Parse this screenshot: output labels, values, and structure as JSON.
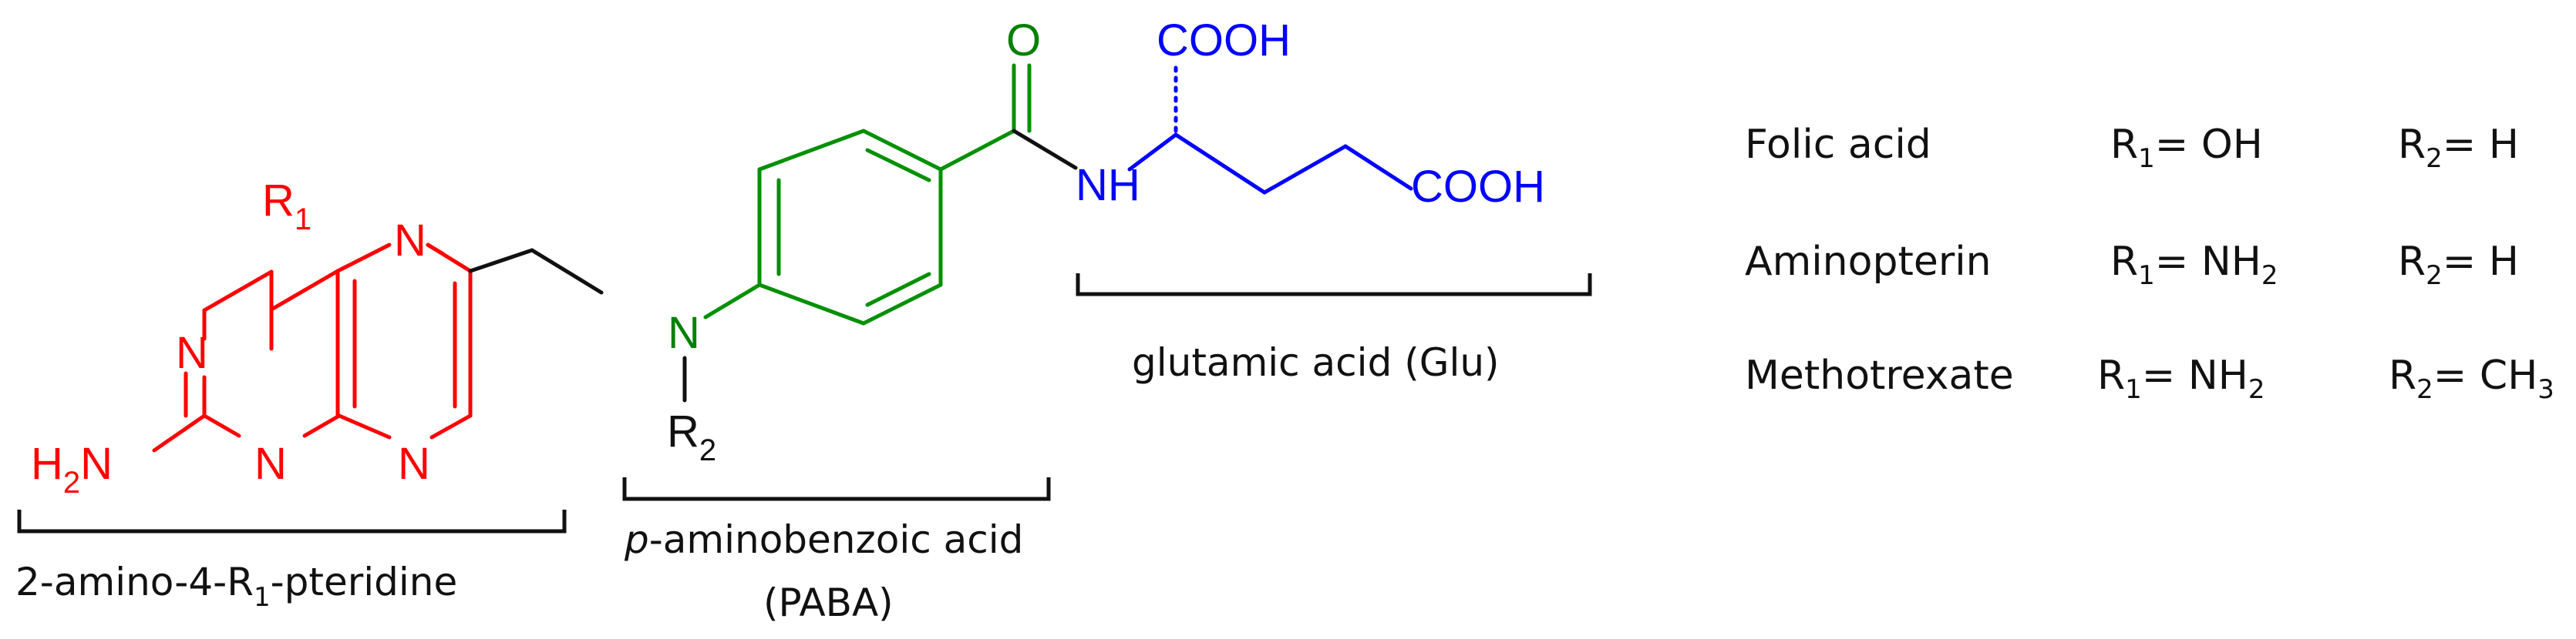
{
  "atoms": {
    "r1": "R",
    "r1_sub": "1",
    "n1": "N",
    "n3": "N",
    "n5": "N",
    "n8": "N",
    "h2n": "H",
    "h2n_sub": "2",
    "h2n_n": "N",
    "n10": "N",
    "r2": "R",
    "r2_sub": "2",
    "carbonyl_o": "O",
    "amide_nh": "NH",
    "cooh_top": "COOH",
    "cooh_side": "COOH"
  },
  "fragments": {
    "pteridine_pre": "2-amino-4-R",
    "pteridine_sub": "1",
    "pteridine_post": "-pteridine",
    "paba_italic": "p",
    "paba_line1": "-aminobenzoic acid",
    "paba_line2": "(PABA)",
    "glu": "glutamic acid (Glu)"
  },
  "table": {
    "rows": [
      {
        "name": "Folic acid",
        "r1_label": "R",
        "r1_sub": "1",
        "r1_eq": "= OH",
        "r1_eq_sub": "",
        "r2_label": "R",
        "r2_sub": "2",
        "r2_eq": "= H",
        "r2_eq_sub": ""
      },
      {
        "name": "Aminopterin",
        "r1_label": "R",
        "r1_sub": "1",
        "r1_eq": "= NH",
        "r1_eq_sub": "2",
        "r2_label": "R",
        "r2_sub": "2",
        "r2_eq": "= H",
        "r2_eq_sub": ""
      },
      {
        "name": "Methotrexate",
        "r1_label": "R",
        "r1_sub": "1",
        "r1_eq": "= NH",
        "r1_eq_sub": "2",
        "r2_label": "R",
        "r2_sub": "2",
        "r2_eq": "= CH",
        "r2_eq_sub": "3"
      }
    ]
  },
  "colors": {
    "pteridine": "#ff0000",
    "paba": "#008000",
    "glutamate": "#0000ff",
    "text": "#111111"
  }
}
